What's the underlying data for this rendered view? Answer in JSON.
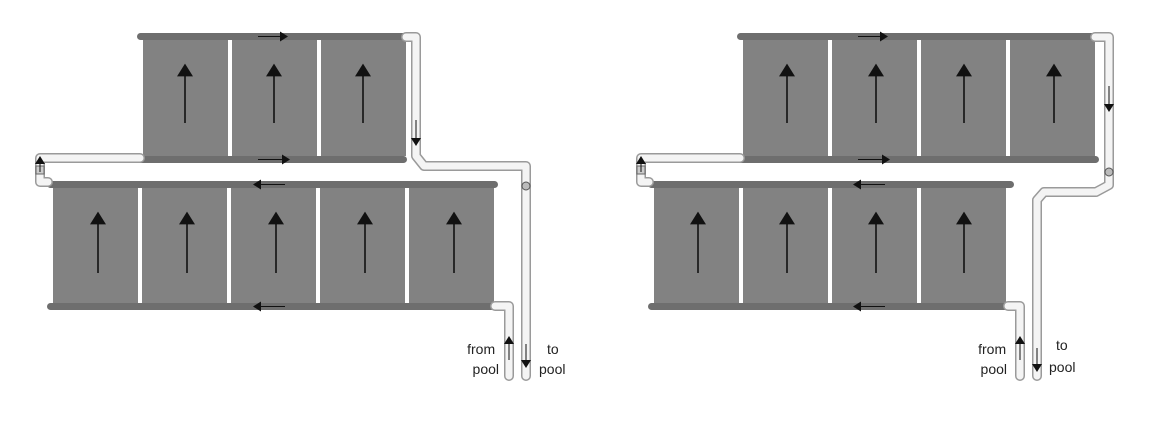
{
  "diagrams": [
    {
      "id": "left",
      "top_row_panels": 3,
      "bottom_row_panels": 5,
      "labels": {
        "from_line1": "from",
        "from_line2": "pool",
        "to_line1": "to",
        "to_line2": "pool"
      }
    },
    {
      "id": "right",
      "top_row_panels": 4,
      "bottom_row_panels": 4,
      "labels": {
        "from_line1": "from",
        "from_line2": "pool",
        "to_line1": "to",
        "to_line2": "pool"
      }
    }
  ],
  "colors": {
    "panel": "#828282",
    "header": "#6e6e6e",
    "pipe_fill": "#f4f4f4",
    "pipe_edge": "#9a9a9a",
    "arrow": "#111111"
  }
}
